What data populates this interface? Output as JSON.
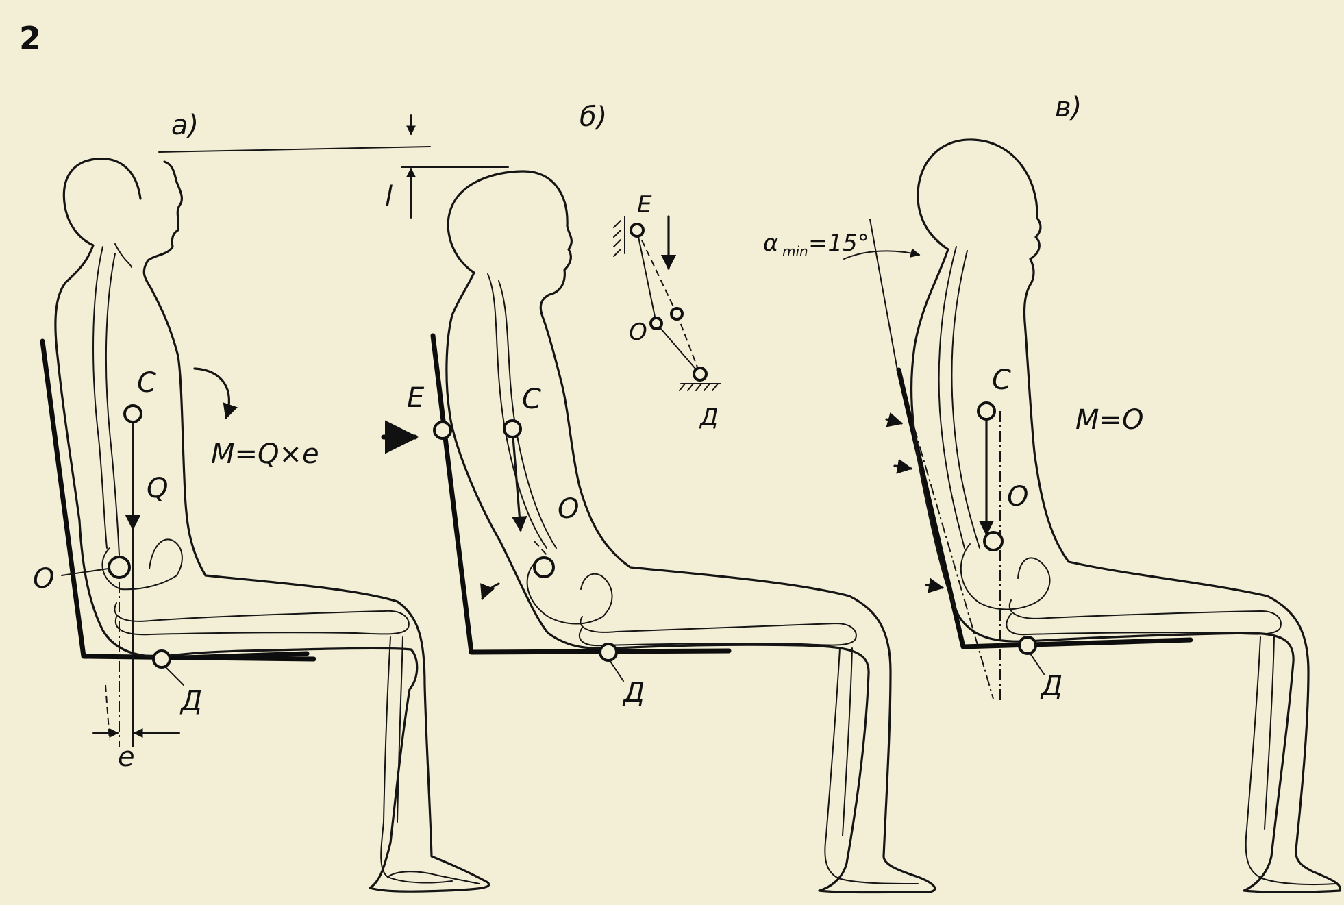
{
  "figure_number": "2",
  "panels": [
    {
      "id": "a",
      "label": "а)",
      "point_labels": {
        "C": "C",
        "Q": "Q",
        "O": "O",
        "D": "Д",
        "e": "e"
      },
      "moment": "M=Q×e"
    },
    {
      "id": "b",
      "label": "б)",
      "point_labels": {
        "E": "E",
        "C": "C",
        "O": "O",
        "D": "Д",
        "l": "l"
      },
      "inset_labels": {
        "E": "E",
        "O": "O",
        "D": "Д"
      }
    },
    {
      "id": "v",
      "label": "в)",
      "point_labels": {
        "C": "C",
        "O": "O",
        "D": "Д"
      },
      "angle_label": {
        "symbol": "α",
        "subscript": "min",
        "value": "=15°"
      },
      "moment": "M=O"
    }
  ],
  "colors": {
    "paper": "#f3efd6",
    "ink": "#151515"
  }
}
